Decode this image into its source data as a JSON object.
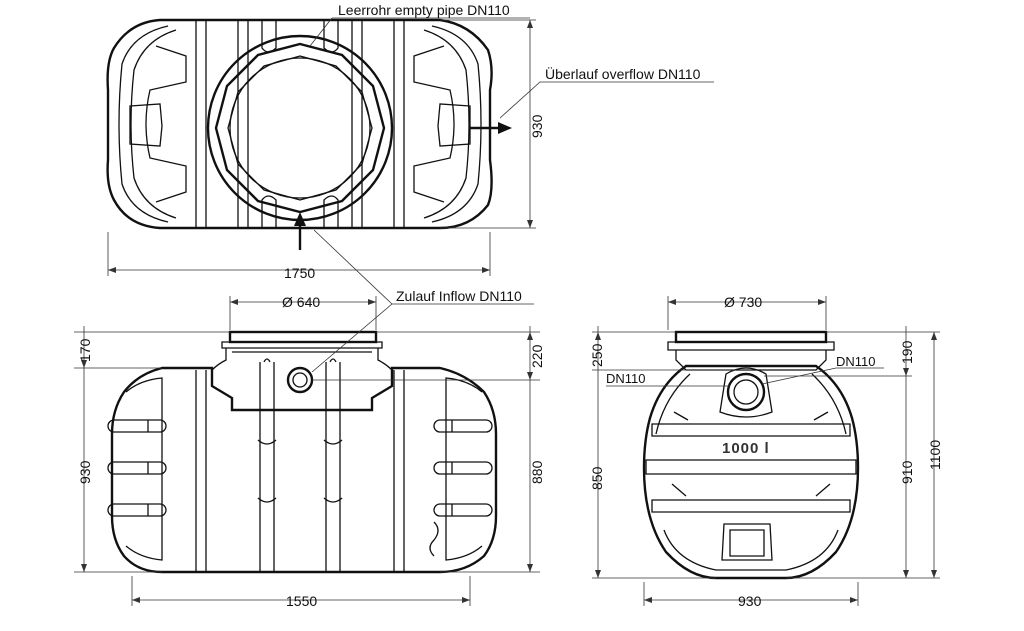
{
  "labels": {
    "empty_pipe": "Leerrohr empty pipe DN110",
    "overflow": "Überlauf overflow DN110",
    "inflow": "Zulauf Inflow DN110",
    "dn110_left": "DN110",
    "dn110_right": "DN110",
    "capacity": "1000 l"
  },
  "dimensions": {
    "top_length": "1750",
    "top_width": "930",
    "side_opening": "Ø 640",
    "side_height_total": "930",
    "side_collar": "170",
    "side_inlet_offset": "220",
    "side_inlet_height": "880",
    "side_length": "1550",
    "front_opening": "Ø 730",
    "front_collar": "250",
    "front_overflow_offset": "190",
    "front_inlet_height": "850",
    "front_overflow_height": "910",
    "front_height_total": "1100",
    "front_width": "930"
  }
}
